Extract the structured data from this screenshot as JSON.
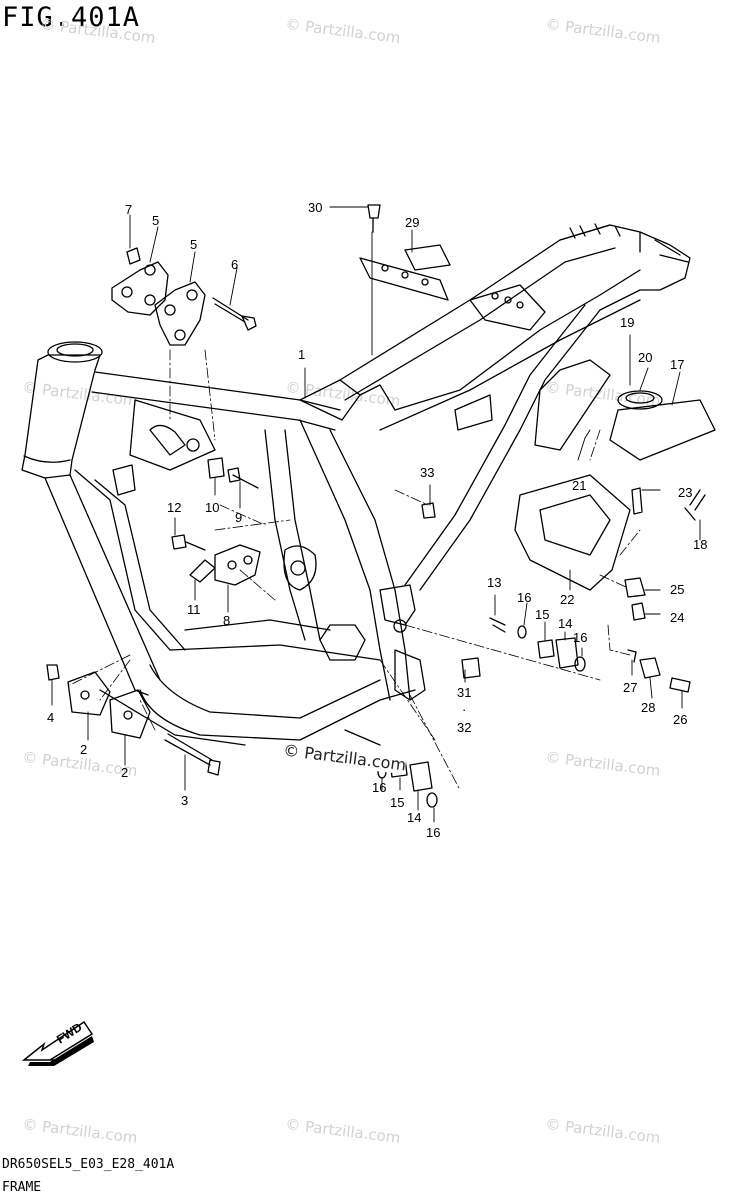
{
  "figure": {
    "title": "FIG.401A",
    "code": "DR650SEL5_E03_E28_401A",
    "name": "FRAME"
  },
  "watermark": {
    "text": "© Partzilla.com",
    "center_text": "© Partzilla.com",
    "color": "#d2d2d2"
  },
  "direction_marker": {
    "text": "FWD",
    "icon": "fwd-arrow-icon"
  },
  "callouts": [
    "1",
    "2",
    "2",
    "3",
    "4",
    "5",
    "5",
    "6",
    "7",
    "8",
    "9",
    "10",
    "11",
    "12",
    "13",
    "14",
    "14",
    "15",
    "15",
    "16",
    "16",
    "16",
    "16",
    "17",
    "18",
    "19",
    "20",
    "21",
    "22",
    "23",
    "24",
    "25",
    "26",
    "27",
    "28",
    "29",
    "30",
    "31",
    "32",
    "33"
  ]
}
